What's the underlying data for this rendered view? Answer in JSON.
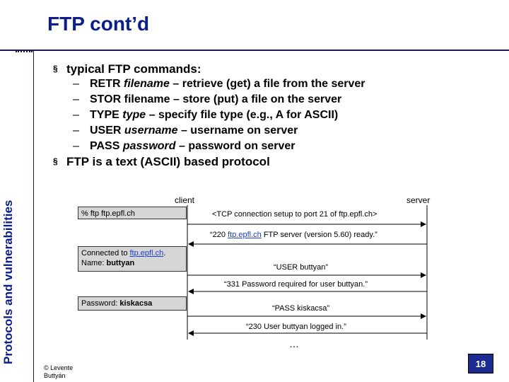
{
  "slide": {
    "title": "FTP cont’d",
    "side_title": "Protocols and vulnerabilities",
    "bullet_mark": "§",
    "bullets": [
      "typical FTP commands:",
      "FTP is a text (ASCII) based protocol"
    ],
    "dash": "–",
    "commands": [
      {
        "cmd": "RETR",
        "arg": "filename",
        "desc": " – retrieve (get) a file from  the server"
      },
      {
        "cmd": "STOR",
        "arg": "",
        "desc": "filename – store (put) a file on the server"
      },
      {
        "cmd": "TYPE",
        "arg": "type",
        "desc": " – specify file type (e.g., A for ASCII)"
      },
      {
        "cmd": "USER",
        "arg": "username",
        "desc": " – username on server"
      },
      {
        "cmd": "PASS",
        "arg": "password",
        "desc": " – password on server"
      }
    ]
  },
  "diagram": {
    "client_label": "client",
    "server_label": "server",
    "box1": "% ftp ftp.epfl.ch",
    "box2_line1_prefix": "Connected to ",
    "box2_line1_link": "ftp.epfl.ch",
    "box2_line1_suffix": ".",
    "box2_line2_prefix": "Name: ",
    "box2_line2_value": "buttyan",
    "box3_prefix": "Password: ",
    "box3_value": "kiskacsa",
    "msg1": "<TCP connection setup to port 21 of ftp.epfl.ch>",
    "msg2_prefix": "“220  ",
    "msg2_link": "ftp.epfl.ch",
    "msg2_suffix": " FTP server (version 5.60) ready.”",
    "msg3": "“USER buttyan”",
    "msg4": "“331  Password required for user buttyan.”",
    "msg5": "“PASS kiskacsa”",
    "msg6": "“230  User buttyan logged in.”",
    "ellipsis": "…"
  },
  "footer": {
    "copyright_line1": "©  Levente",
    "copyright_line2": "Buttyán",
    "page_number": "18"
  },
  "colors": {
    "title": "#0b1f8a",
    "page_box": "#1b2a8f",
    "link": "#1a3fd0"
  }
}
